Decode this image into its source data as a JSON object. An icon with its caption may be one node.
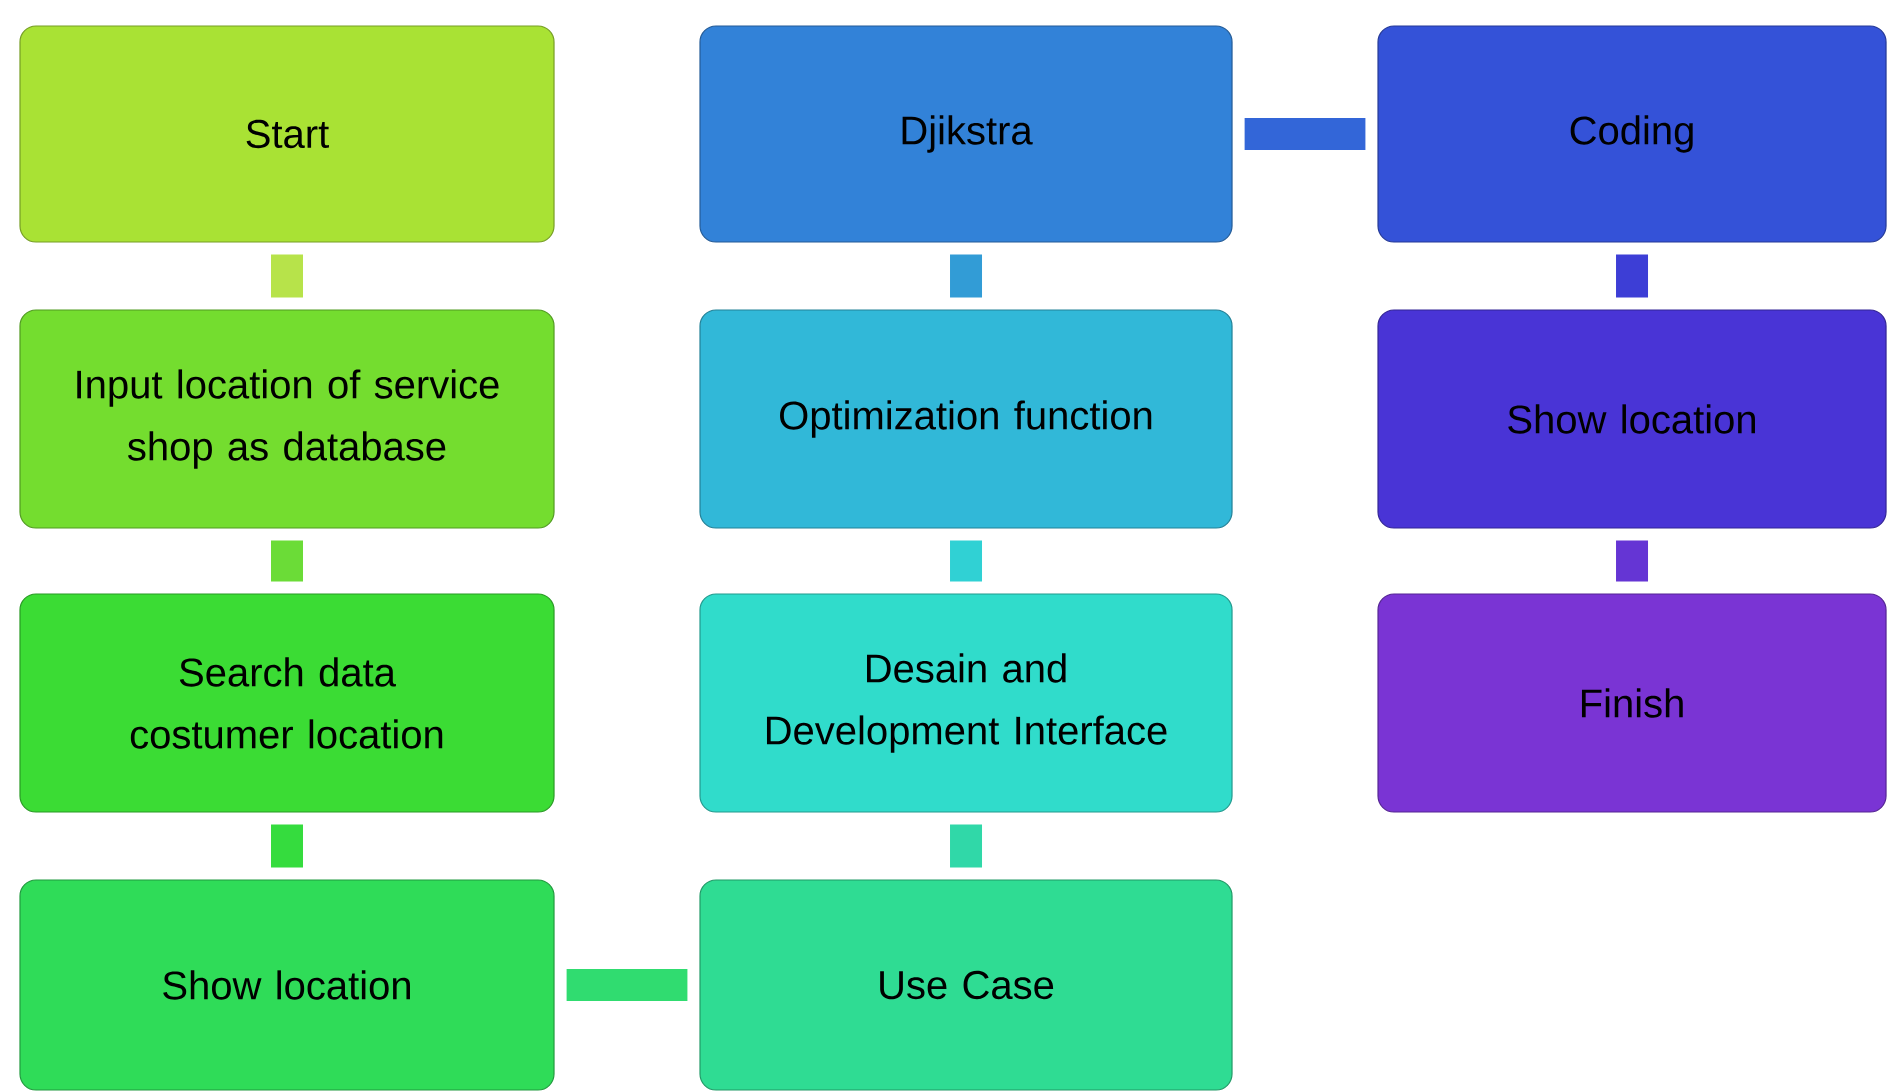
{
  "diagram": {
    "nodes": [
      {
        "text": [
          "Start"
        ]
      },
      {
        "text": [
          "Input location of service shop  as database"
        ]
      },
      {
        "text": [
          "Search data costumer location"
        ]
      },
      {
        "text": [
          "Show location"
        ]
      },
      {
        "text": [
          "Use Case"
        ]
      },
      {
        "text": [
          "Desain and Development Interface"
        ]
      },
      {
        "text": [
          "Optimization function"
        ]
      },
      {
        "text": [
          "Djikstra"
        ]
      },
      {
        "text": [
          "Coding"
        ]
      },
      {
        "text": [
          "Show location"
        ]
      },
      {
        "text": [
          "Finish"
        ]
      }
    ],
    "edges": [
      {
        "from": 0,
        "to": 1,
        "arrow": "none",
        "color": "#b7e34a"
      },
      {
        "from": 1,
        "to": 2,
        "arrow": "none",
        "color": "#6bdc37"
      },
      {
        "from": 2,
        "to": 3,
        "arrow": "none",
        "color": "#35dc3e"
      },
      {
        "from": 3,
        "to": 4,
        "arrow": "none",
        "color": "#30dc70"
      },
      {
        "from": 4,
        "to": 5,
        "arrow": "none",
        "color": "#30d8a8"
      },
      {
        "from": 5,
        "to": 6,
        "arrow": "none",
        "color": "#30d1d4"
      },
      {
        "from": 6,
        "to": 7,
        "arrow": "none",
        "color": "#329cd6"
      },
      {
        "from": 7,
        "to": 8,
        "arrow": "none",
        "color": "#3366d8"
      },
      {
        "from": 8,
        "to": 9,
        "arrow": "none",
        "color": "#3d3ed6"
      },
      {
        "from": 9,
        "to": 10,
        "arrow": "none",
        "color": "#6535d4"
      }
    ]
  }
}
